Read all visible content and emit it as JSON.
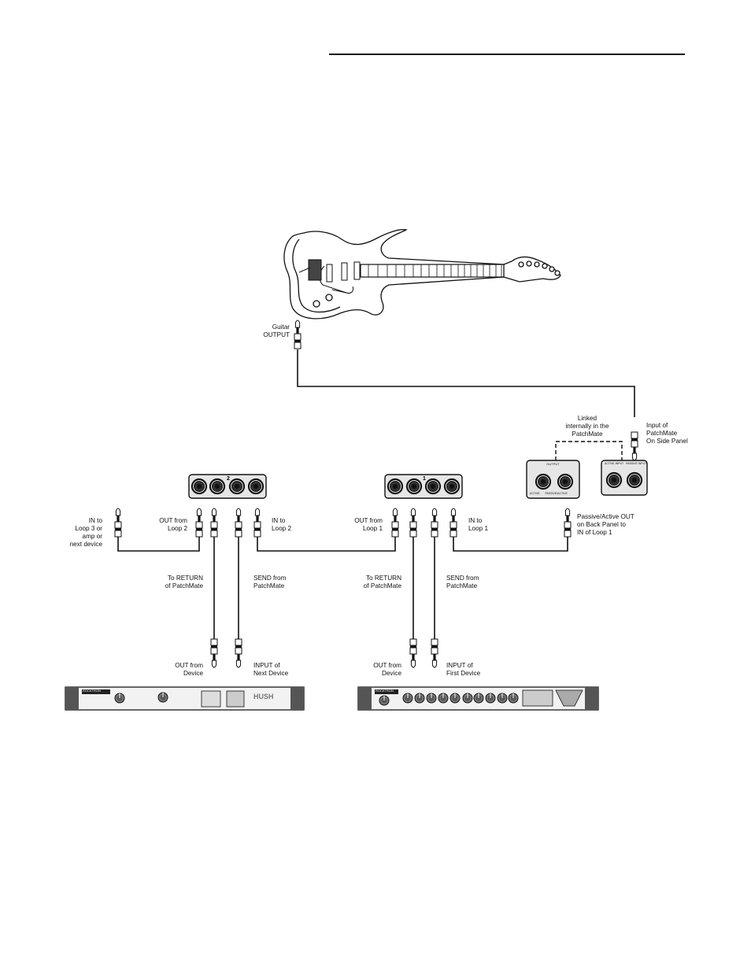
{
  "labels": {
    "guitar_output": [
      "Guitar",
      "OUTPUT"
    ],
    "linked_internally": [
      "Linked",
      "internally in the",
      "PatchMate"
    ],
    "input_patchmate": [
      "Input of",
      "PatchMate",
      "On Side Panel"
    ],
    "in_loop3": [
      "IN to",
      "Loop 3 or",
      "amp or",
      "next device"
    ],
    "out_loop2": [
      "OUT from",
      "Loop 2"
    ],
    "in_loop2": [
      "IN to",
      "Loop 2"
    ],
    "out_loop1": [
      "OUT from",
      "Loop 1"
    ],
    "in_loop1": [
      "IN to",
      "Loop 1"
    ],
    "passive_active": [
      "Passive/Active OUT",
      "on Back Panel to",
      "IN of Loop 1"
    ],
    "to_return_left": [
      "To RETURN",
      "of PatchMate"
    ],
    "send_from_left": [
      "SEND from",
      "PatchMate"
    ],
    "to_return_right": [
      "To RETURN",
      "of PatchMate"
    ],
    "send_from_right": [
      "SEND from",
      "PatchMate"
    ],
    "out_device_left": [
      "OUT from",
      "Device"
    ],
    "input_next": [
      "INPUT of",
      "Next Device"
    ],
    "out_device_right": [
      "OUT from",
      "Device"
    ],
    "input_first": [
      "INPUT of",
      "First Device"
    ]
  },
  "panels": {
    "loop2_number": "2",
    "loop1_number": "1",
    "output_panel": [
      "OUTPUT",
      "ACTIVE",
      "PASSIVE/ACTIVE"
    ],
    "input_panel": [
      "ACTIVE",
      "INPUT",
      "PASSIVE",
      "INPUT"
    ]
  },
  "rack_units": {
    "left_brand": "ROCKTRON",
    "left_model": "HUSH",
    "right_brand": "ROCKTRON"
  }
}
